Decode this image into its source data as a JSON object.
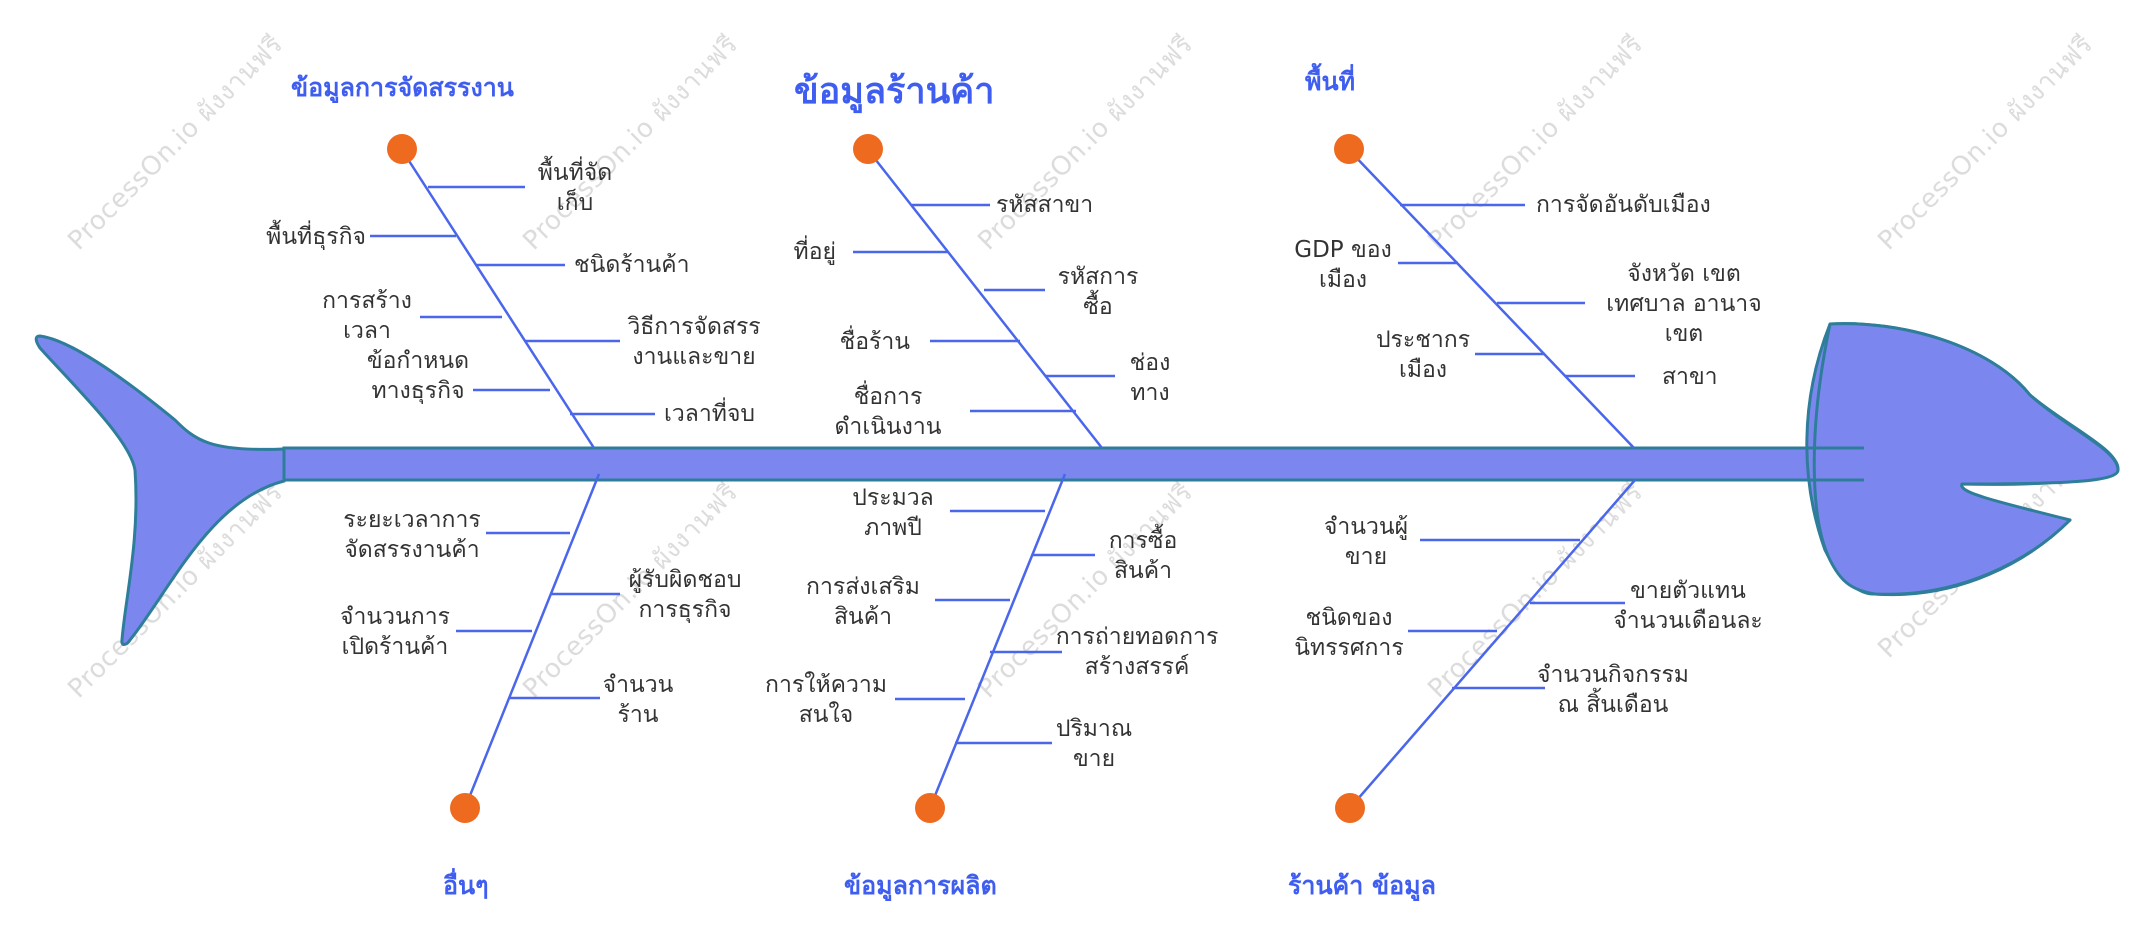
{
  "watermark": "ProcessOn.io ผังงานฟรี",
  "colors": {
    "fish": "#7b87ee",
    "fish_outline": "#2e7d9a",
    "bone": "#4a66ea",
    "dot": "#ee6a1e",
    "heading": "#3f5ef0",
    "text": "#333333"
  },
  "categories": {
    "top1": {
      "title": "ข้อมูลการจัดสรรงาน",
      "causes": [
        "พื้นที่จัด\nเก็บ",
        "พื้นที่ธุรกิจ",
        "ชนิดร้านค้า",
        "การสร้าง\nเวลา",
        "วิธีการจัดสรร\nงานและขาย",
        "ข้อกำหนด\nทางธุรกิจ",
        "เวลาที่จบ"
      ]
    },
    "top2": {
      "title": "ข้อมูลร้านค้า",
      "causes": [
        "รหัสสาขา",
        "ที่อยู่",
        "รหัสการ\nซื้อ",
        "ชื่อร้าน",
        "ช่อง\nทาง",
        "ชื่อการ\nดำเนินงาน"
      ]
    },
    "top3": {
      "title": "พื้นที่",
      "causes": [
        "การจัดอันดับเมือง",
        "GDP ของ\nเมือง",
        "จังหวัด เขต\nเทศบาล อานาจ\nเขต",
        "ประชากร\nเมือง",
        "สาขา"
      ]
    },
    "bot1": {
      "title": "อื่นๆ",
      "causes": [
        "ระยะเวลาการ\nจัดสรรงานค้า",
        "ผู้รับผิดชอบ\nการธุรกิจ",
        "จำนวนการ\nเปิดร้านค้า",
        "จำนวน\nร้าน"
      ]
    },
    "bot2": {
      "title": "ข้อมูลการผลิต",
      "causes": [
        "ประมวล\nภาพปี",
        "การซื้อ\nสินค้า",
        "การส่งเสริม\nสินค้า",
        "การถ่ายทอดการ\nสร้างสรรค์",
        "การให้ความ\nสนใจ",
        "ปริมาณ\nขาย"
      ]
    },
    "bot3": {
      "title": "ร้านค้า ข้อมูล",
      "causes": [
        "จำนวนผู้\nขาย",
        "ขายตัวแทน\nจำนวนเดือนละ",
        "ชนิดของ\nนิทรรศการ",
        "จำนวนกิจกรรม\nณ สิ้นเดือน"
      ]
    }
  }
}
